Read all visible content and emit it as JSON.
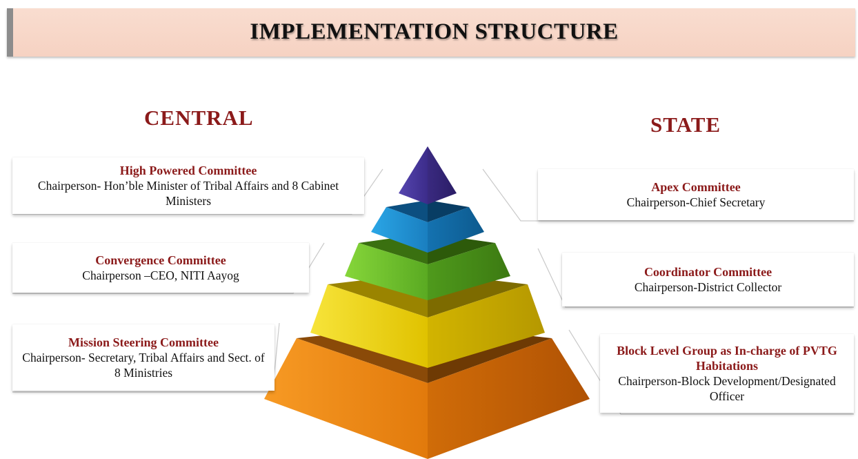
{
  "title": "IMPLEMENTATION STRUCTURE",
  "central": {
    "heading": "CENTRAL",
    "committees": [
      {
        "name": "High Powered Committee",
        "chair": "Chairperson- Hon’ble Minister of Tribal Affairs and 8 Cabinet Ministers"
      },
      {
        "name": "Convergence Committee",
        "chair": "Chairperson –CEO, NITI Aayog"
      },
      {
        "name": "Mission Steering Committee",
        "chair": "Chairperson- Secretary, Tribal Affairs and Sect. of 8 Ministries"
      }
    ]
  },
  "state": {
    "heading": "STATE",
    "committees": [
      {
        "name": "Apex Committee",
        "chair": "Chairperson-Chief Secretary"
      },
      {
        "name": "Coordinator Committee",
        "chair": "Chairperson-District Collector"
      },
      {
        "name": "Block Level Group as In-charge of PVTG Habitations",
        "chair": "Chairperson-Block Development/Designated Officer"
      }
    ]
  },
  "pyramid_tier_colors": [
    "#4b3a9e",
    "#1d8fd2",
    "#6cc42a",
    "#f2d200",
    "#f08a12"
  ]
}
